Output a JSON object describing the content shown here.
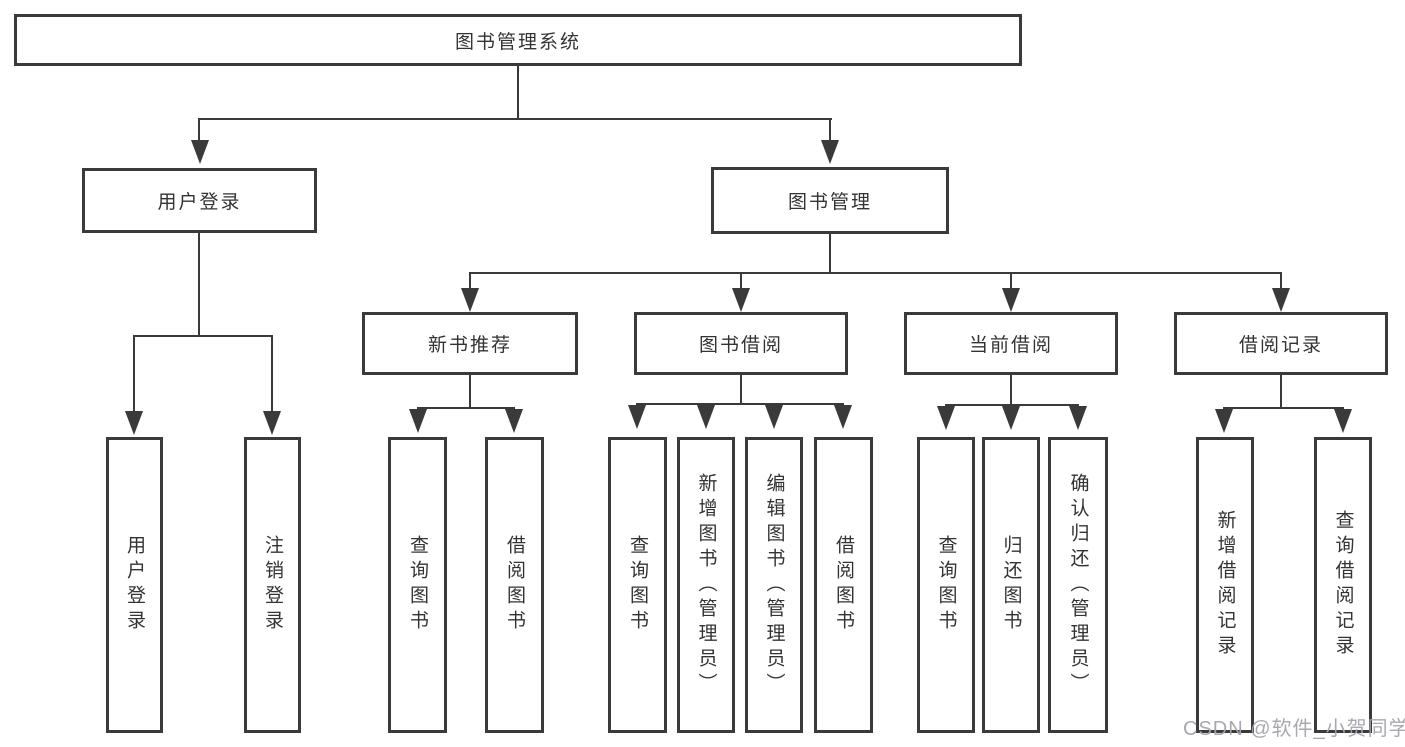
{
  "tree": {
    "label": "图书管理系统",
    "children": [
      {
        "label": "用户登录",
        "children": [
          {
            "label": "用户登录"
          },
          {
            "label": "注销登录"
          }
        ]
      },
      {
        "label": "图书管理",
        "children": [
          {
            "label": "新书推荐",
            "children": [
              {
                "label": "查询图书"
              },
              {
                "label": "借阅图书"
              }
            ]
          },
          {
            "label": "图书借阅",
            "children": [
              {
                "label": "查询图书"
              },
              {
                "label": "新增图书（管理员）"
              },
              {
                "label": "编辑图书（管理员）"
              },
              {
                "label": "借阅图书"
              }
            ]
          },
          {
            "label": "当前借阅",
            "children": [
              {
                "label": "查询图书"
              },
              {
                "label": "归还图书"
              },
              {
                "label": "确认归还（管理员）"
              }
            ]
          },
          {
            "label": "借阅记录",
            "children": [
              {
                "label": "新增借阅记录"
              },
              {
                "label": "查询借阅记录"
              }
            ]
          }
        ]
      }
    ]
  },
  "watermark": {
    "text": "CSDN @软件_小贺同学"
  },
  "colors": {
    "line": "#3a3a3a",
    "text": "#333333",
    "background": "#ffffff",
    "watermark": "#a3a3ac"
  }
}
